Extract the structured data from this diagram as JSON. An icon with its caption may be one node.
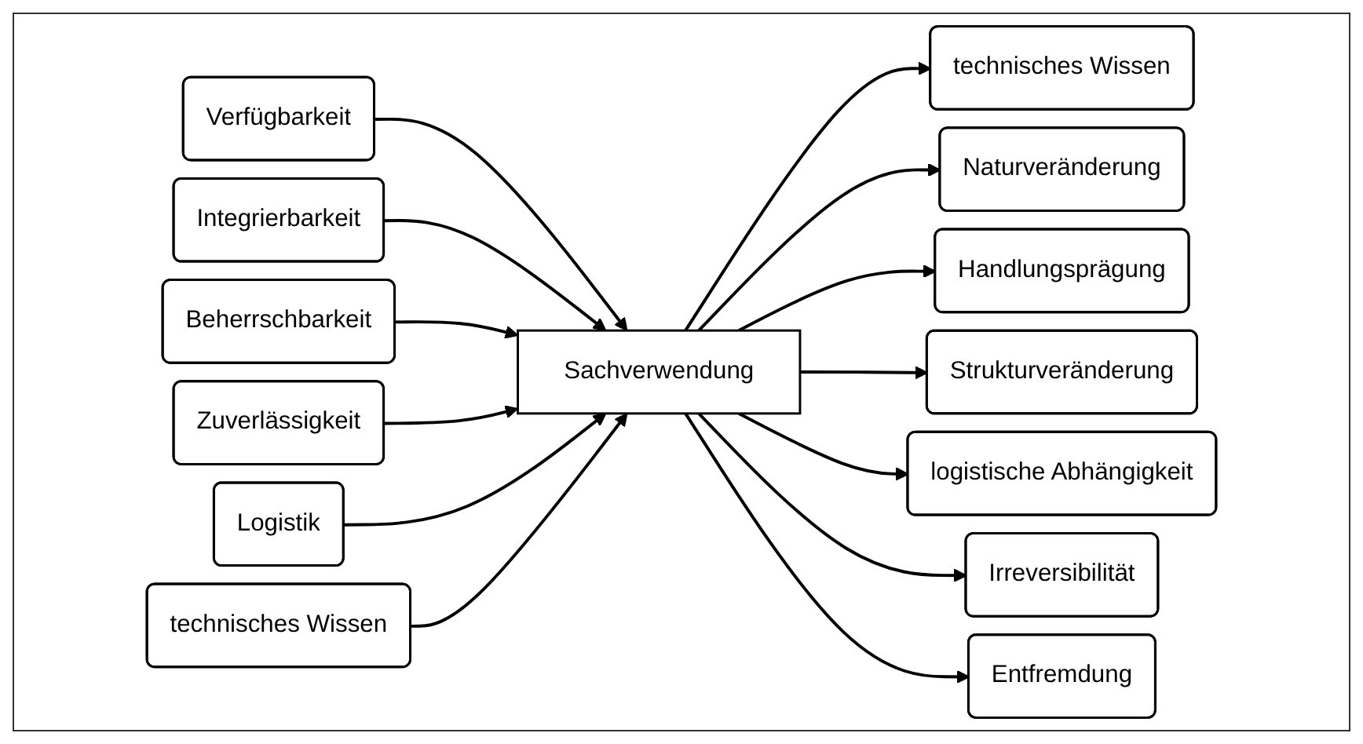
{
  "diagram": {
    "nodes": [
      {
        "text": [
          "Verfügbarkeit"
        ]
      },
      {
        "text": [
          "Integrierbarkeit"
        ]
      },
      {
        "text": [
          "Beherrschbarkeit"
        ]
      },
      {
        "text": [
          "Zuverlässigkeit"
        ]
      },
      {
        "text": [
          "Logistik"
        ]
      },
      {
        "text": [
          "technisches Wissen"
        ]
      },
      {
        "text": [
          "Sachverwendung"
        ]
      },
      {
        "text": [
          "technisches Wissen"
        ]
      },
      {
        "text": [
          "Naturveränderung"
        ]
      },
      {
        "text": [
          "Handlungsprägung"
        ]
      },
      {
        "text": [
          "Strukturveränderung"
        ]
      },
      {
        "text": [
          "logistische Abhängigkeit"
        ]
      },
      {
        "text": [
          "Irreversibilität"
        ]
      },
      {
        "text": [
          "Entfremdung"
        ]
      }
    ],
    "edges": [
      {
        "from": 0,
        "to": 6,
        "arrow": "to"
      },
      {
        "from": 1,
        "to": 6,
        "arrow": "to"
      },
      {
        "from": 2,
        "to": 6,
        "arrow": "to"
      },
      {
        "from": 3,
        "to": 6,
        "arrow": "to"
      },
      {
        "from": 4,
        "to": 6,
        "arrow": "to"
      },
      {
        "from": 5,
        "to": 6,
        "arrow": "to"
      },
      {
        "from": 6,
        "to": 7,
        "arrow": "to"
      },
      {
        "from": 6,
        "to": 8,
        "arrow": "to"
      },
      {
        "from": 6,
        "to": 9,
        "arrow": "to"
      },
      {
        "from": 6,
        "to": 10,
        "arrow": "to"
      },
      {
        "from": 6,
        "to": 11,
        "arrow": "to"
      },
      {
        "from": 6,
        "to": 12,
        "arrow": "to"
      },
      {
        "from": 6,
        "to": 13,
        "arrow": "to"
      }
    ]
  }
}
